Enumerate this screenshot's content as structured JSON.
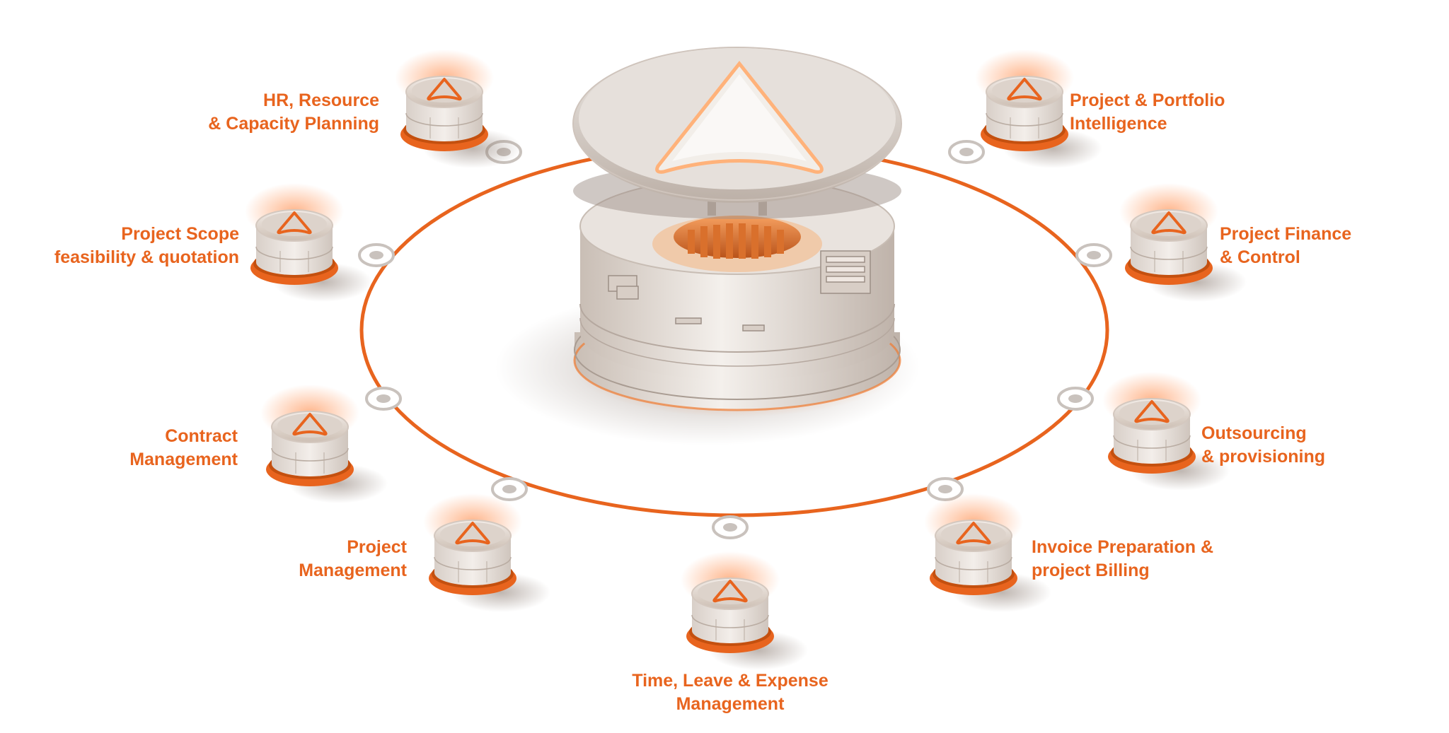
{
  "diagram": {
    "accent_color": "#e8641e",
    "ring_color": "#e8641e",
    "hub": {
      "icon": "arrow-logo-icon"
    },
    "modules": [
      {
        "id": "hr",
        "lines": [
          "HR, Resource",
          "& Capacity Planning"
        ],
        "icon": "arrow-logo-icon"
      },
      {
        "id": "portfolio",
        "lines": [
          "Project & Portfolio",
          "Intelligence"
        ],
        "icon": "arrow-logo-icon"
      },
      {
        "id": "scope",
        "lines": [
          "Project Scope",
          "feasibility & quotation"
        ],
        "icon": "arrow-logo-icon"
      },
      {
        "id": "finance",
        "lines": [
          "Project Finance",
          "& Control"
        ],
        "icon": "arrow-logo-icon"
      },
      {
        "id": "contract",
        "lines": [
          "Contract",
          "Management"
        ],
        "icon": "arrow-logo-icon"
      },
      {
        "id": "outsourcing",
        "lines": [
          "Outsourcing",
          "& provisioning"
        ],
        "icon": "arrow-logo-icon"
      },
      {
        "id": "pm",
        "lines": [
          "Project",
          "Management"
        ],
        "icon": "arrow-logo-icon"
      },
      {
        "id": "invoice",
        "lines": [
          "Invoice Preparation &",
          "project Billing"
        ],
        "icon": "arrow-logo-icon"
      },
      {
        "id": "time",
        "lines": [
          "Time, Leave & Expense",
          "Management"
        ],
        "icon": "arrow-logo-icon"
      }
    ]
  }
}
